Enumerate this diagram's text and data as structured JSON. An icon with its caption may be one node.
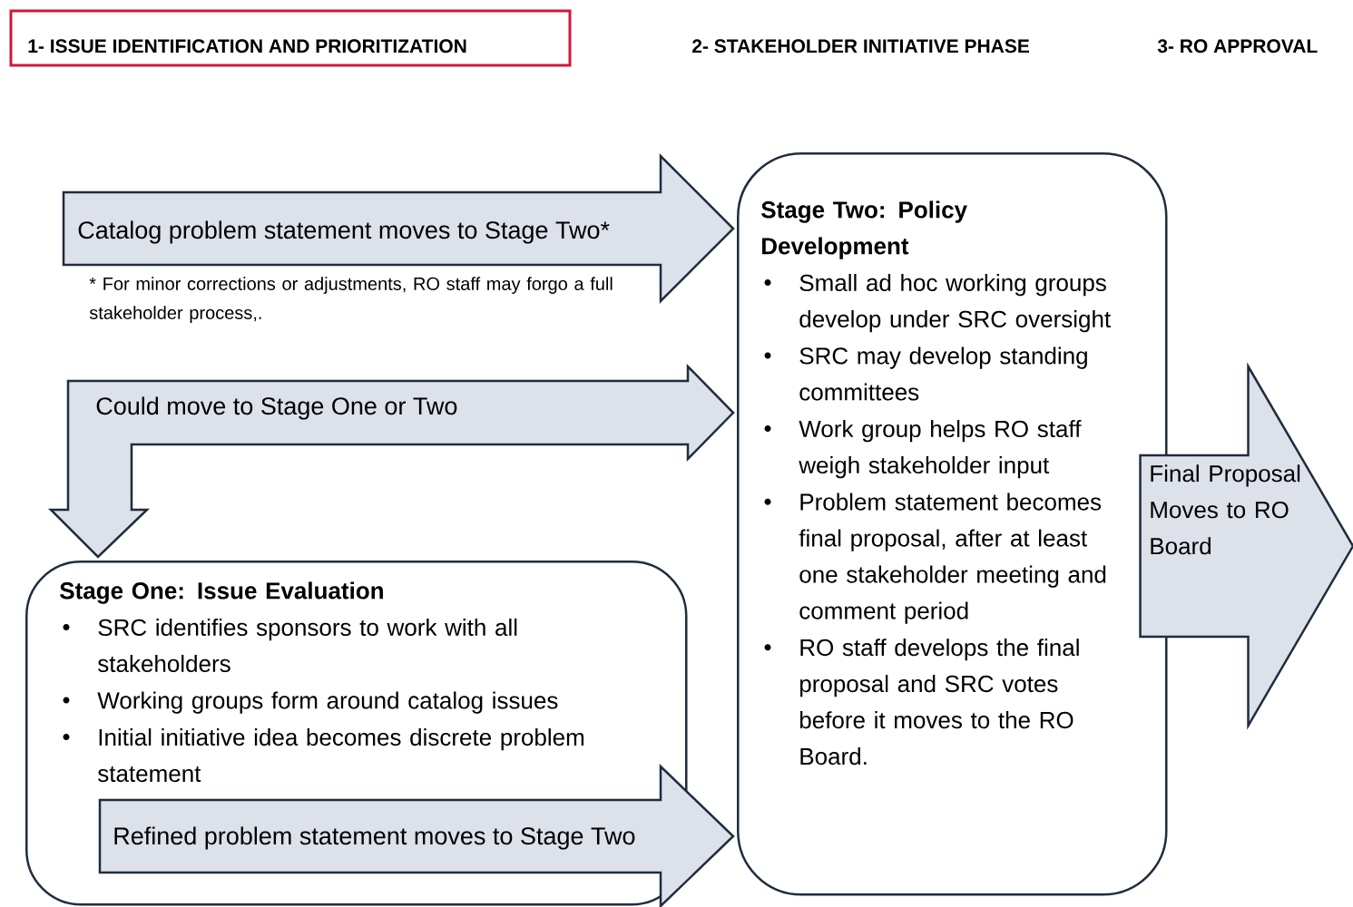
{
  "diagram": {
    "nodes": [
      {
        "text": [
          "1- ISSUE IDENTIFICATION AND PRIORITIZATION"
        ]
      },
      {
        "text": [
          "Stage Two: Policy Development",
          "Small ad hoc working groups develop under SRC oversight",
          "SRC may develop standing committees",
          "Work group helps RO staff weigh stakeholder input",
          "Problem statement becomes final proposal, after at least one stakeholder meeting and comment period",
          "RO staff develops the final proposal and SRC votes before it moves to the RO Board."
        ]
      },
      {
        "text": [
          "Stage One: Issue Evaluation",
          "SRC identifies sponsors to work with all stakeholders",
          "Working groups form around catalog issues",
          "Initial initiative idea becomes discrete problem statement"
        ]
      }
    ],
    "edges": [
      {
        "from": null,
        "to": 1,
        "arrow": "to",
        "label": "Catalog problem statement moves to Stage Two*"
      },
      {
        "from": 2,
        "to": 1,
        "arrow": "both",
        "label": "Could move to Stage One or Two"
      },
      {
        "from": 2,
        "to": 1,
        "arrow": "to",
        "label": "Refined problem statement moves to Stage Two"
      },
      {
        "from": 1,
        "to": null,
        "arrow": "to",
        "label": "Final Proposal Moves to RO Board"
      }
    ],
    "labels": [
      "2- STAKEHOLDER INITIATIVE PHASE",
      "3- RO APPROVAL",
      "* For minor corrections or adjustments, RO staff may forgo a full stakeholder process,."
    ]
  }
}
